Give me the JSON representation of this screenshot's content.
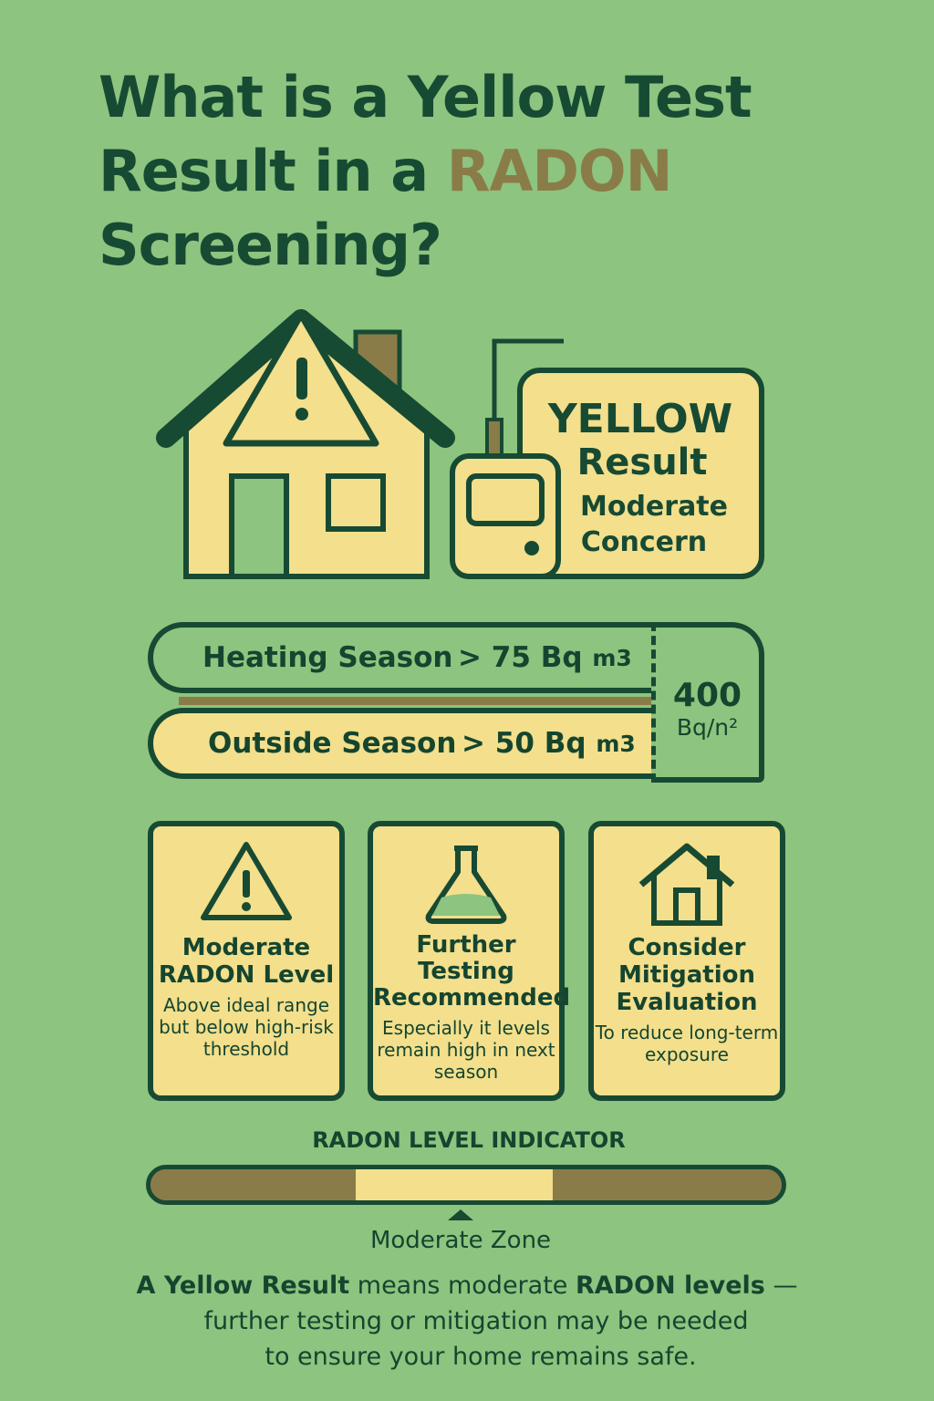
{
  "title": {
    "line1": "What is a Yellow Test",
    "line2_pre": "Result in a ",
    "line2_accent": "RADON",
    "line3": "Screening?"
  },
  "result_box": {
    "line1": "YELLOW",
    "line2": "Result",
    "line3": "Moderate",
    "line4": "Concern"
  },
  "seasons": [
    {
      "label": "Heating Season",
      "value": "> 75 Bq",
      "unit": "m3"
    },
    {
      "label": "Outside Season",
      "value": "> 50 Bq",
      "unit": "m3"
    }
  ],
  "total": {
    "value": "400",
    "unit": "Bq/n²"
  },
  "cards": [
    {
      "icon": "warning-triangle-icon",
      "title": "Moderate RADON Level",
      "desc": "Above ideal range but below high-risk threshold"
    },
    {
      "icon": "flask-icon",
      "title": "Further Testing Recommended",
      "desc": "Especially it levels remain high in next season"
    },
    {
      "icon": "house-icon",
      "title": "Consider Mitigation Evaluation",
      "desc": "To reduce long-term exposure"
    }
  ],
  "indicator": {
    "title": "RADON LEVEL INDICATOR",
    "zone_label": "Moderate Zone",
    "zone_start": 0.325,
    "zone_end": 0.637
  },
  "footer": {
    "b1": "A Yellow Result",
    "t1": " means moderate ",
    "b2": "RADON levels",
    "t2": " —",
    "line2": "further testing or mitigation may be needed",
    "line3": "to ensure your home remains safe."
  },
  "colors": {
    "background": "#8dc47f",
    "dark_green": "#174a33",
    "yellow": "#f3df8c",
    "olive": "#8a7c48"
  }
}
